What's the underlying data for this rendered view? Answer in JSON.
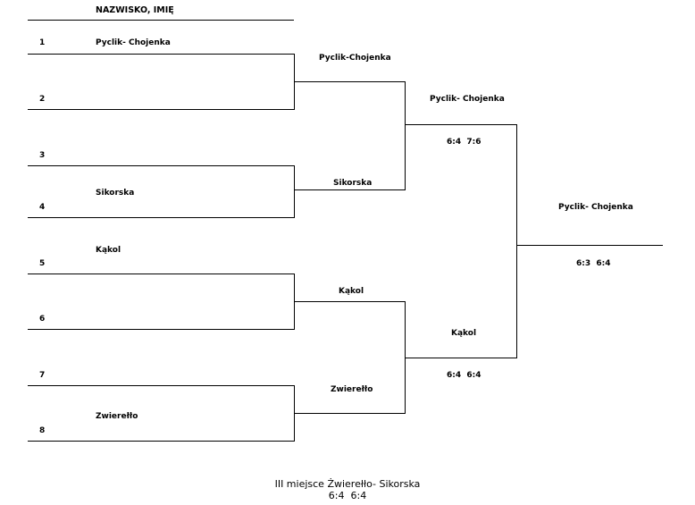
{
  "header": {
    "title": "NAZWISKO, IMIĘ"
  },
  "round1": [
    {
      "seed": "1",
      "name": "Pyclik- Chojenka"
    },
    {
      "seed": "2",
      "name": ""
    },
    {
      "seed": "3",
      "name": ""
    },
    {
      "seed": "4",
      "name": "Sikorska"
    },
    {
      "seed": "5",
      "name": "Kąkol"
    },
    {
      "seed": "6",
      "name": ""
    },
    {
      "seed": "7",
      "name": ""
    },
    {
      "seed": "8",
      "name": "Zwierełło"
    }
  ],
  "round2": [
    {
      "name": "Pyclik-Chojenka"
    },
    {
      "name": "Sikorska"
    },
    {
      "name": "Kąkol"
    },
    {
      "name": "Zwierełło"
    }
  ],
  "semifinals": [
    {
      "name": "Pyclik- Chojenka",
      "score": "6:4  7:6"
    },
    {
      "name": "Kąkol",
      "score": "6:4  6:4"
    }
  ],
  "final": {
    "name": "Pyclik- Chojenka",
    "score": "6:3  6:4"
  },
  "third_place": {
    "line": "III miejsce Żwierełło- Sikorska",
    "score": "6:4  6:4"
  }
}
